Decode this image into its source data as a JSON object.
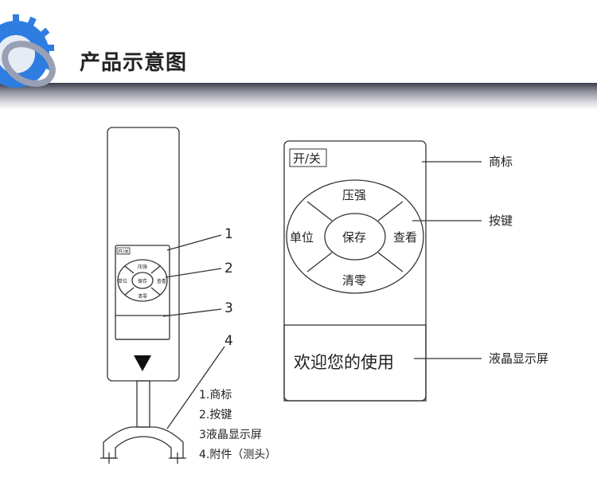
{
  "header": {
    "title": "产品示意图"
  },
  "device_small": {
    "switch_label": "开/关",
    "keys": {
      "top": "压强",
      "left": "单位",
      "center": "保存",
      "right": "查看",
      "bottom": "清零"
    },
    "callouts": [
      "1",
      "2",
      "3",
      "4"
    ]
  },
  "legend": [
    "1.商标",
    "2.按键",
    "3液晶显示屏",
    "4.附件（测头）"
  ],
  "device_large": {
    "switch_label": "开/关",
    "keys": {
      "top": "压强",
      "left": "单位",
      "center": "保存",
      "right": "查看",
      "bottom": "清零"
    },
    "display_text": "欢迎您的使用"
  },
  "labels": {
    "logo": "商标",
    "keys": "按键",
    "display": "液晶显示屏"
  },
  "colors": {
    "gear": "#2f7de0",
    "line": "#333333"
  }
}
